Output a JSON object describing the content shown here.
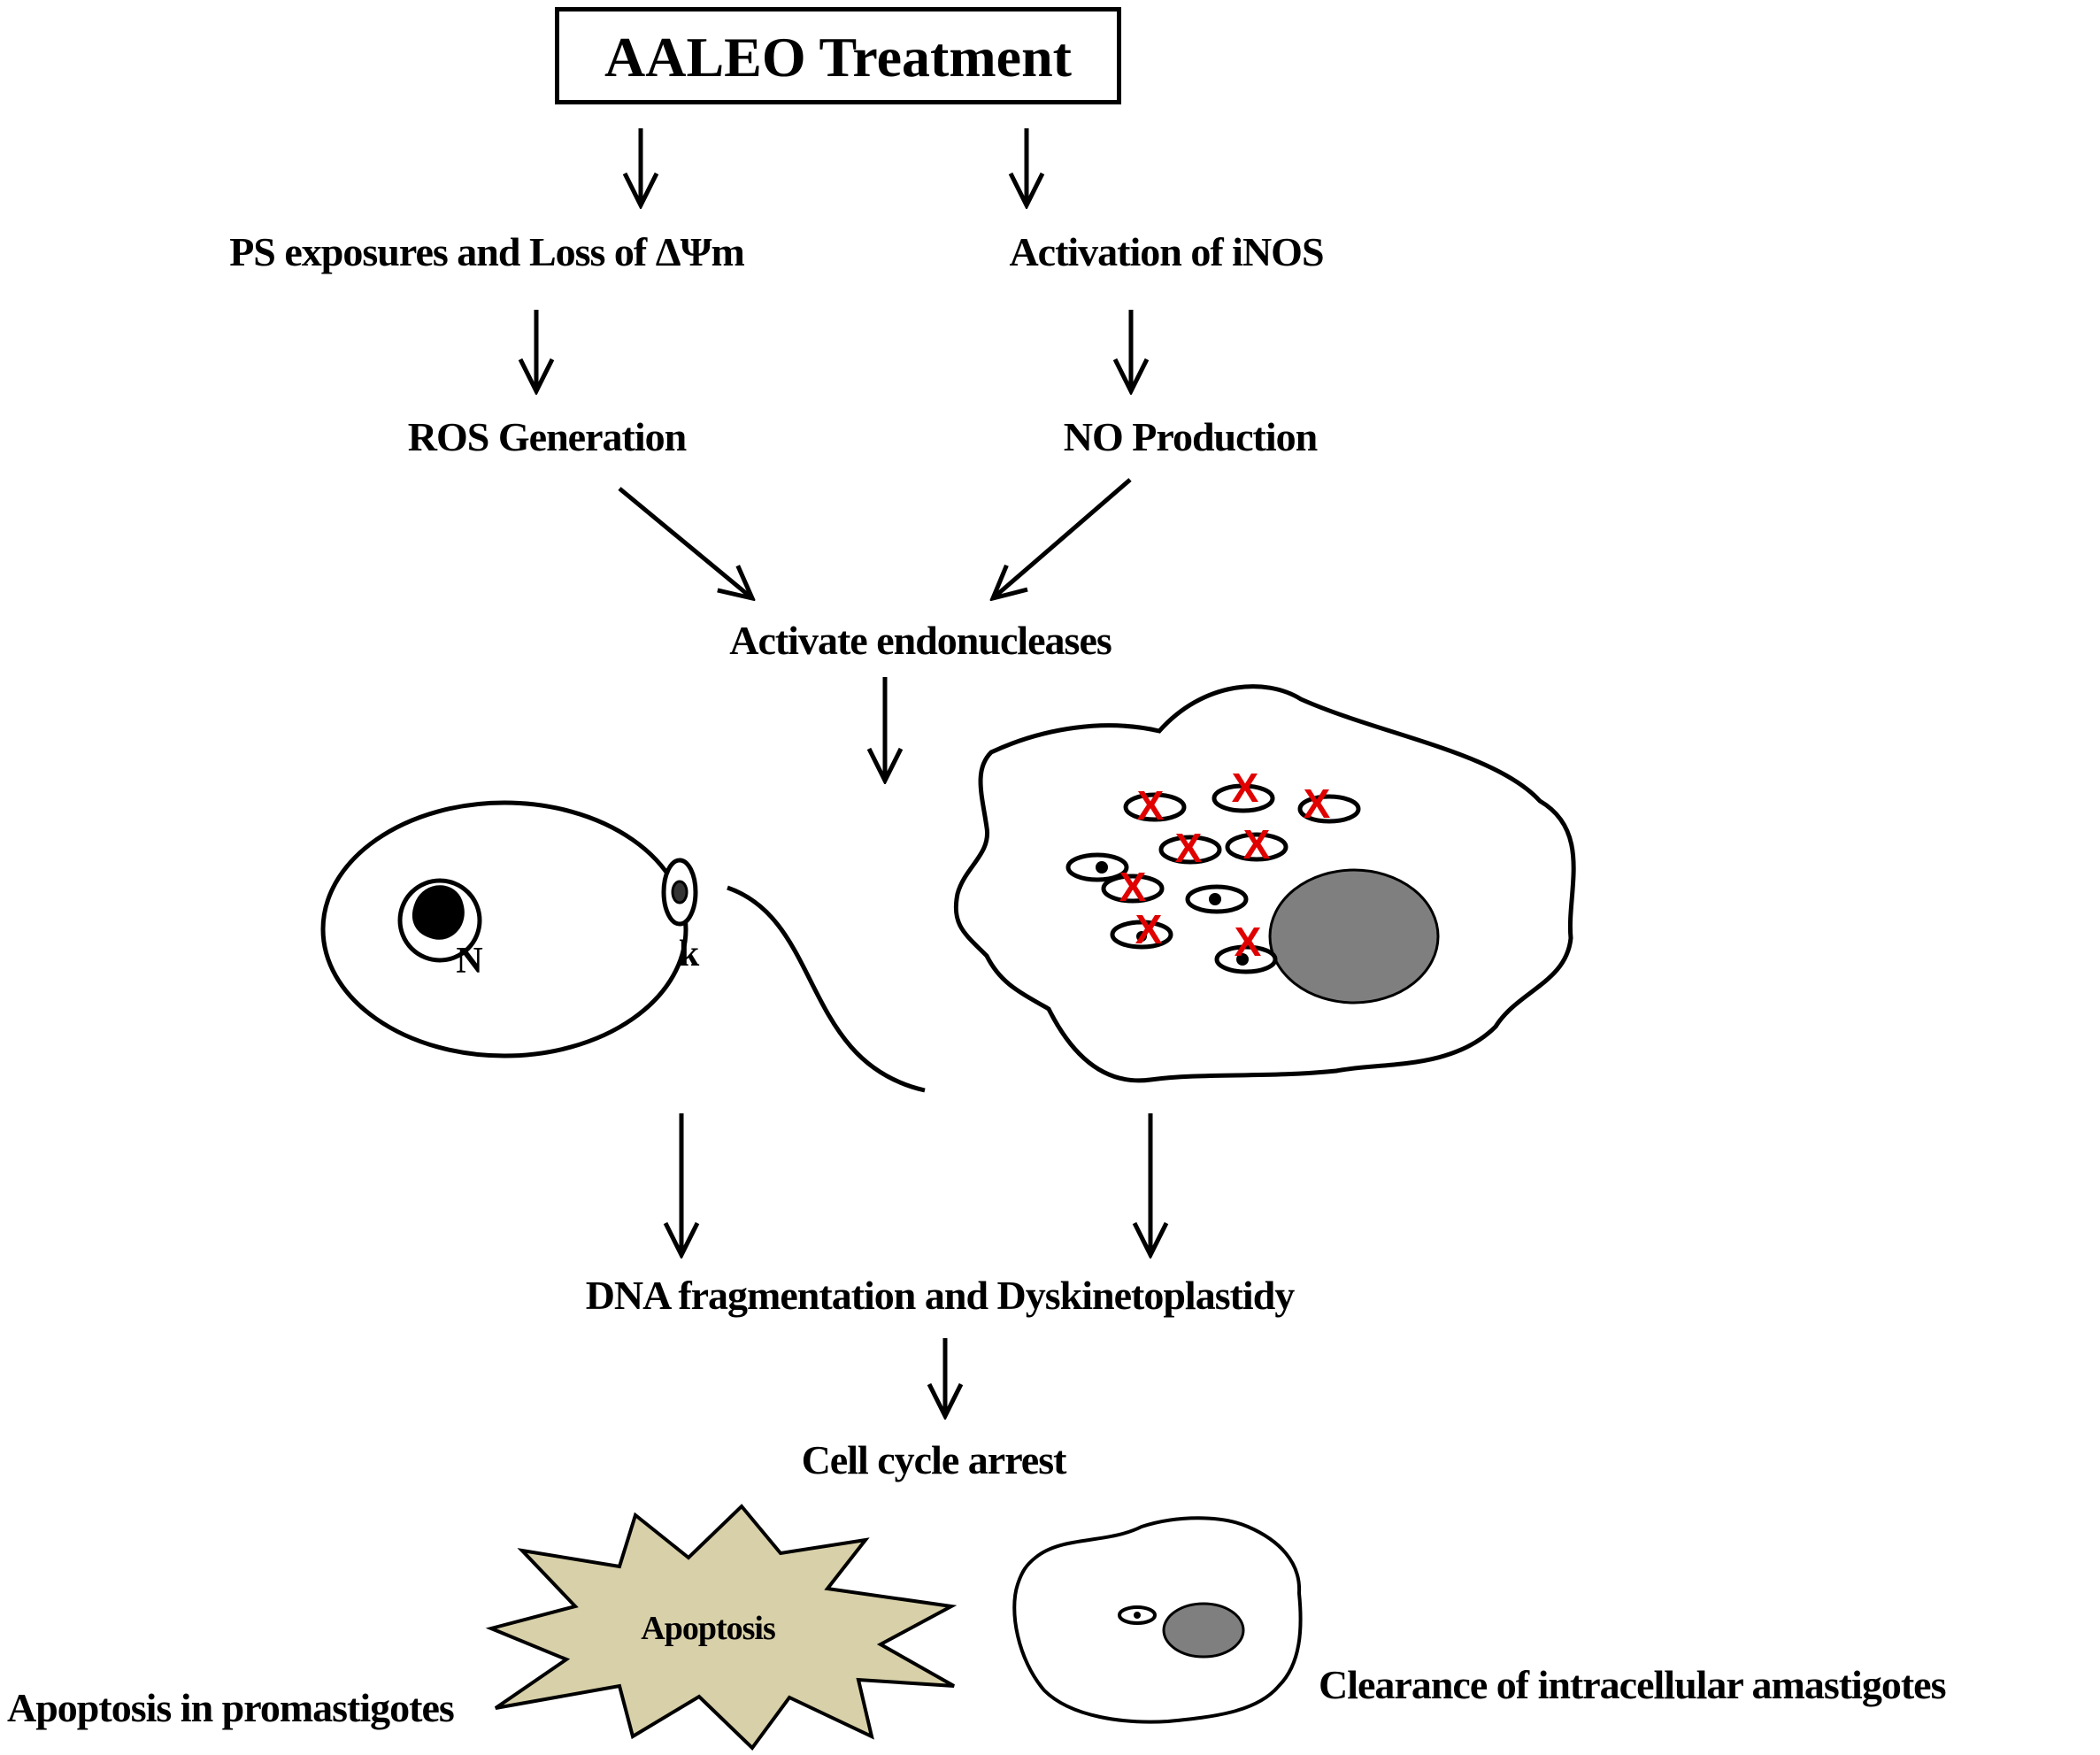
{
  "title": "AALEO Treatment",
  "steps": {
    "left_1": "PS exposures and Loss of ΔΨm",
    "right_1": "Activation of iNOS",
    "left_2": "ROS Generation",
    "right_2": "NO Production",
    "merge": "Activate endonucleases",
    "fragmentation": "DNA fragmentation and Dyskinetoplastidy",
    "arrest": "Cell cycle arrest"
  },
  "promastigote": {
    "nucleus_label": "N",
    "kinetoplast_label": "k"
  },
  "macrophage": {
    "amastigote_mark": "X"
  },
  "outcomes": {
    "burst_text": "Apoptosis",
    "left": "Apoptosis in promastigotes",
    "right": "Clearance of intracellular amastigotes"
  },
  "colors": {
    "ink": "#000000",
    "burst_fill": "#d8d0a8",
    "nucleus_fill": "#7f7f7f",
    "mark": "#e00000"
  }
}
